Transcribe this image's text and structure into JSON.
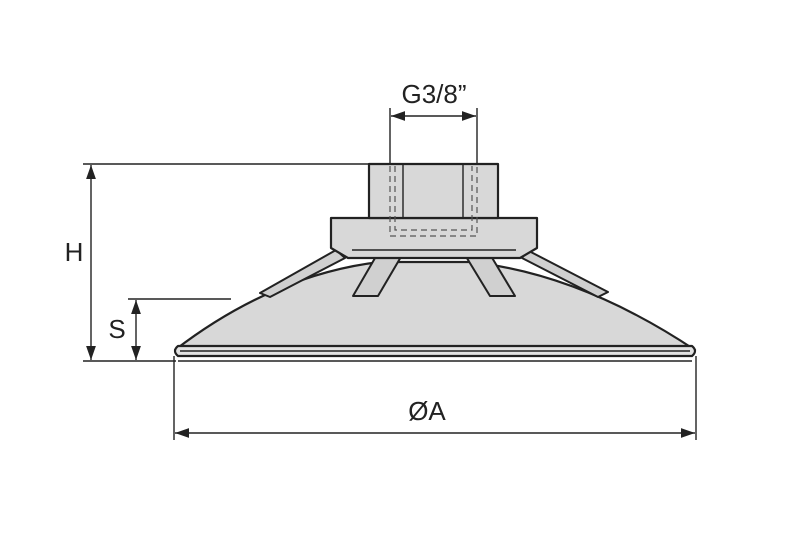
{
  "labels": {
    "thread": "G3/8”",
    "height": "H",
    "stroke": "S",
    "diameter": "ØA"
  },
  "colors": {
    "line": "#222222",
    "body_fill": "#d8d8d8",
    "background": "#ffffff"
  }
}
